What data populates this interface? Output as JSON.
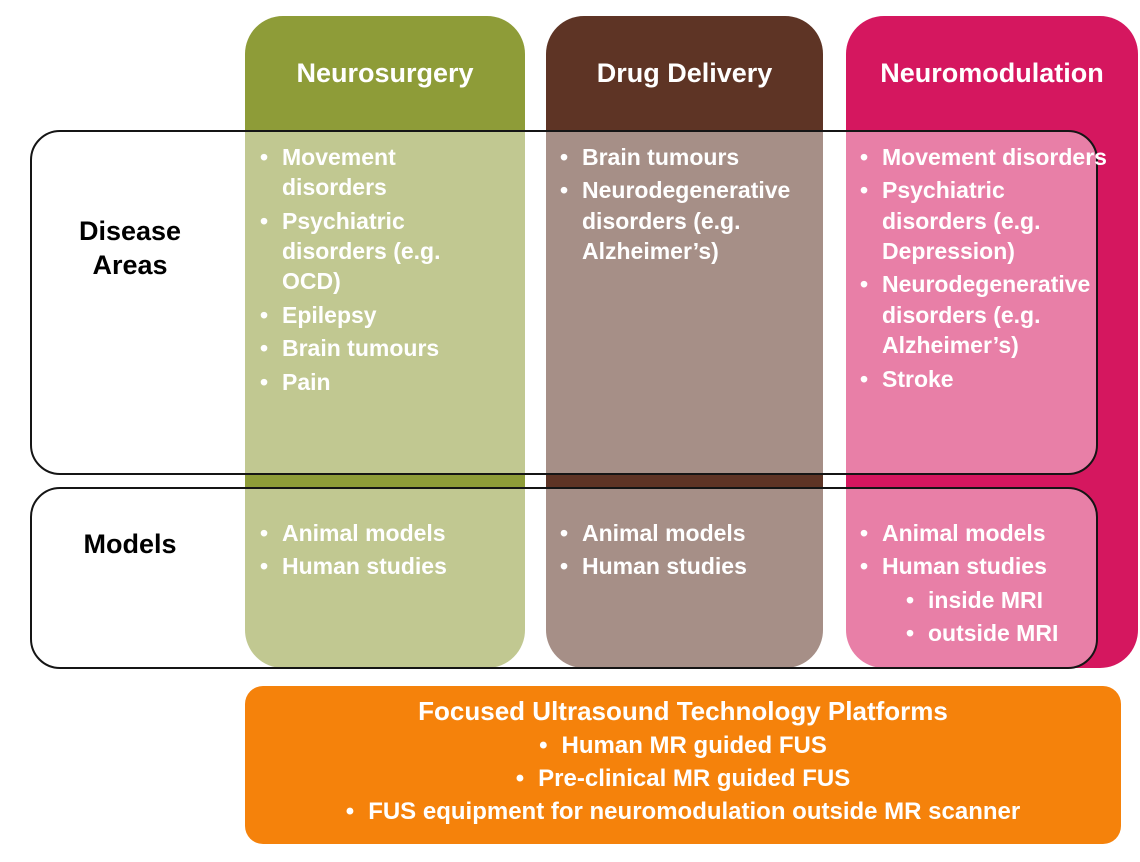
{
  "columns": [
    {
      "id": "neurosurgery",
      "label": "Neurosurgery",
      "color": "#8e9c38",
      "disease_areas": [
        "Movement disorders",
        "Psychiatric disorders (e.g. OCD)",
        "Epilepsy",
        "Brain tumours",
        "Pain"
      ],
      "models": [
        "Animal models",
        "Human studies"
      ]
    },
    {
      "id": "drug-delivery",
      "label": "Drug Delivery",
      "color": "#5e3425",
      "disease_areas": [
        "Brain tumours",
        "Neurodegenerative disorders (e.g. Alzheimer’s)"
      ],
      "models": [
        "Animal models",
        "Human studies"
      ]
    },
    {
      "id": "neuromodulation",
      "label": "Neuromodulation",
      "color": "#d5175f",
      "disease_areas": [
        "Movement disorders",
        "Psychiatric disorders (e.g. Depression)",
        "Neurodegenerative disorders (e.g. Alzheimer’s)",
        "Stroke"
      ],
      "models": [
        "Animal models",
        "Human studies"
      ],
      "models_sub": [
        "inside MRI",
        "outside MRI"
      ]
    }
  ],
  "rows": [
    {
      "label": "Disease Areas"
    },
    {
      "label": "Models"
    }
  ],
  "platforms": {
    "title": "Focused Ultrasound Technology Platforms",
    "color": "#f5820b",
    "items": [
      "Human MR guided FUS",
      "Pre-clinical MR guided FUS",
      "FUS  equipment for neuromodulation outside MR scanner"
    ]
  }
}
